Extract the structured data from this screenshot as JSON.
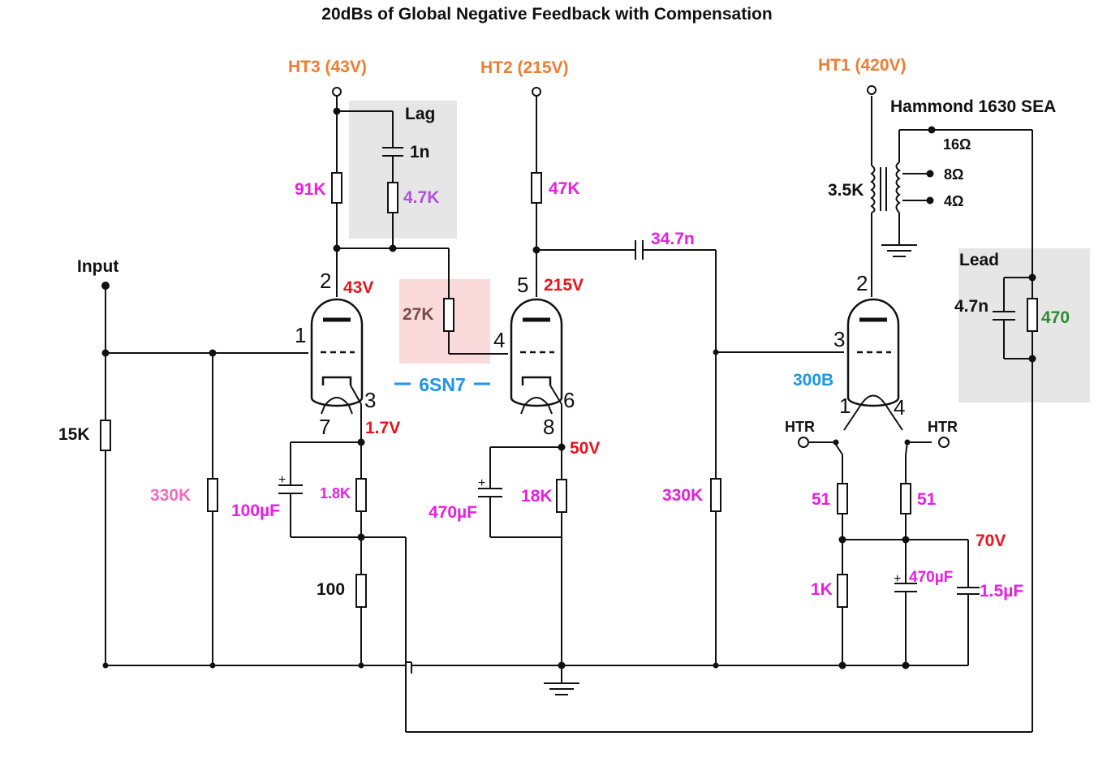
{
  "title": "20dBs of Global Negative Feedback with Compensation",
  "colors": {
    "black": "#111111",
    "orange": "#ED7D31",
    "magenta": "#E81EE0",
    "red": "#E8141C",
    "blue": "#1E96E6",
    "purple": "#B04FE0",
    "pink": "#F26BC0",
    "brown": "#7A4A4A",
    "green": "#2E8B2E",
    "grey_box": "#E6E6E6",
    "pink_box": "#FADADA"
  },
  "supplies": {
    "ht3": "HT3 (43V)",
    "ht2": "HT2 (215V)",
    "ht1": "HT1 (420V)"
  },
  "labels": {
    "input": "Input",
    "lag": "Lag",
    "lead": "Lead",
    "transformer": "Hammond 1630 SEA",
    "tube_6sn7": "6SN7",
    "tube_300b": "300B",
    "htr_left": "HTR",
    "htr_right": "HTR"
  },
  "components": {
    "r_91k": "91K",
    "r_4k7": "4.7K",
    "c_1n": "1n",
    "r_47k": "47K",
    "r_27k": "27K",
    "c_34n7": "34.7n",
    "r_15k": "15K",
    "r_330k_a": "330K",
    "c_100uf": "100µF",
    "r_1k8": "1.8K",
    "r_100": "100",
    "c_470uf_a": "470µF",
    "r_18k": "18K",
    "r_330k_b": "330K",
    "r_3k5": "3.5K",
    "tap_16": "16Ω",
    "tap_8": "8Ω",
    "tap_4": "4Ω",
    "c_4n7": "4.7n",
    "r_470": "470",
    "r_51_a": "51",
    "r_51_b": "51",
    "r_1k": "1K",
    "c_470uf_b": "470µF",
    "c_1u5": "1.5µF"
  },
  "voltages": {
    "v_43": "43V",
    "v_1_7": "1.7V",
    "v_215": "215V",
    "v_50": "50V",
    "v_70": "70V"
  },
  "pins": {
    "t1_plate": "2",
    "t1_grid": "1",
    "t1_cathode": "3",
    "t1_heater": "7",
    "t2_plate": "5",
    "t2_grid": "4",
    "t2_cathode": "6",
    "t2_heater": "8",
    "t3_plate": "2",
    "t3_grid": "3",
    "t3_fil_a": "1",
    "t3_fil_b": "4"
  }
}
